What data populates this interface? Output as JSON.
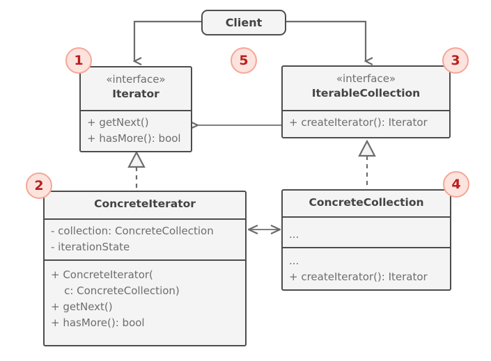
{
  "diagram": {
    "title": "Iterator design pattern UML class diagram",
    "colors": {
      "box_fill": "#f4f4f4",
      "box_border": "#4c4c4c",
      "connector": "#6b6b6b",
      "text": "#6d6d6d",
      "heading_text": "#434343",
      "badge_fill": "#fce3de",
      "badge_border": "#f6a596",
      "badge_text": "#b91f1f"
    },
    "classes": {
      "client": {
        "name": "Client"
      },
      "iterator": {
        "stereotype": "«interface»",
        "name": "Iterator",
        "methods": [
          "+ getNext()",
          "+ hasMore(): bool"
        ]
      },
      "iterable_collection": {
        "stereotype": "«interface»",
        "name": "IterableCollection",
        "methods": [
          "+ createIterator(): Iterator"
        ]
      },
      "concrete_iterator": {
        "name": "ConcreteIterator",
        "fields": [
          "- collection: ConcreteCollection",
          "- iterationState"
        ],
        "methods": [
          "+ ConcreteIterator(",
          "    c: ConcreteCollection)",
          "+ getNext()",
          "+ hasMore(): bool"
        ]
      },
      "concrete_collection": {
        "name": "ConcreteCollection",
        "fields": [
          "..."
        ],
        "methods": [
          "...",
          "+ createIterator(): Iterator"
        ]
      }
    },
    "badges": [
      {
        "id": "badge-1",
        "label": "1"
      },
      {
        "id": "badge-2",
        "label": "2"
      },
      {
        "id": "badge-3",
        "label": "3"
      },
      {
        "id": "badge-4",
        "label": "4"
      },
      {
        "id": "badge-5",
        "label": "5"
      }
    ],
    "connectors": [
      {
        "name": "client-to-iterator",
        "type": "dependency-arrow"
      },
      {
        "name": "client-to-iterable-collection",
        "type": "dependency-arrow"
      },
      {
        "name": "iterable-collection-to-iterator",
        "type": "association-arrow"
      },
      {
        "name": "concrete-iterator-realizes-iterator",
        "type": "realization-dashed-triangle"
      },
      {
        "name": "concrete-collection-realizes-iterable-collection",
        "type": "realization-dashed-triangle"
      },
      {
        "name": "concrete-iterator-to-concrete-collection",
        "type": "bidirectional-association"
      }
    ]
  }
}
